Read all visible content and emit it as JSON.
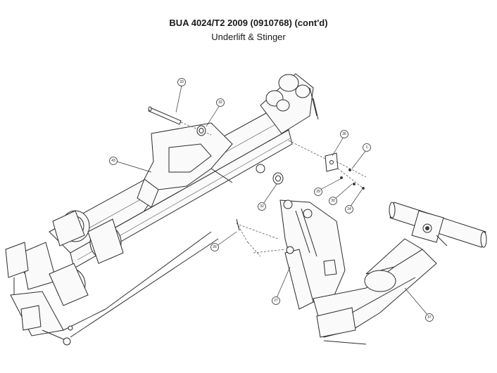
{
  "header": {
    "title": "BUA 4024/T2 2009 (0910768) (cont'd)",
    "subtitle": "Underlift & Stinger"
  },
  "callouts": [
    {
      "id": "c33",
      "label": "33"
    },
    {
      "id": "c32a",
      "label": "32"
    },
    {
      "id": "c36",
      "label": "36"
    },
    {
      "id": "c1",
      "label": "1"
    },
    {
      "id": "c43",
      "label": "43"
    },
    {
      "id": "c29",
      "label": "29"
    },
    {
      "id": "c30",
      "label": "30"
    },
    {
      "id": "c24",
      "label": "24"
    },
    {
      "id": "c32b",
      "label": "32"
    },
    {
      "id": "c26",
      "label": "26"
    },
    {
      "id": "c27",
      "label": "27"
    },
    {
      "id": "c37",
      "label": "37"
    }
  ]
}
